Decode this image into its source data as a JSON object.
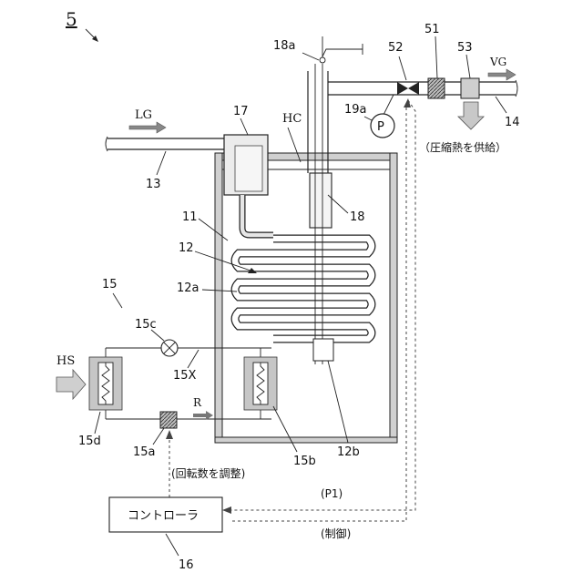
{
  "figure_number": "5",
  "labels": {
    "lg": "LG",
    "vg": "VG",
    "hc": "HC",
    "hs": "HS",
    "r": "R",
    "p": "P",
    "p1": "(P1)",
    "n13": "13",
    "n14": "14",
    "n17": "17",
    "n18": "18",
    "n18a": "18a",
    "n19a": "19a",
    "n52": "52",
    "n51": "51",
    "n53": "53",
    "n11": "11",
    "n12": "12",
    "n12a": "12a",
    "n12b": "12b",
    "n15": "15",
    "n15a": "15a",
    "n15b": "15b",
    "n15c": "15c",
    "n15d": "15d",
    "n15x": "15X",
    "n16": "16"
  },
  "notes": {
    "supply_heat": "（圧縮熱を供給）",
    "adjust_rpm": "(回転数を調整)",
    "control": "(制御)"
  },
  "controller": {
    "label": "コントローラ"
  }
}
